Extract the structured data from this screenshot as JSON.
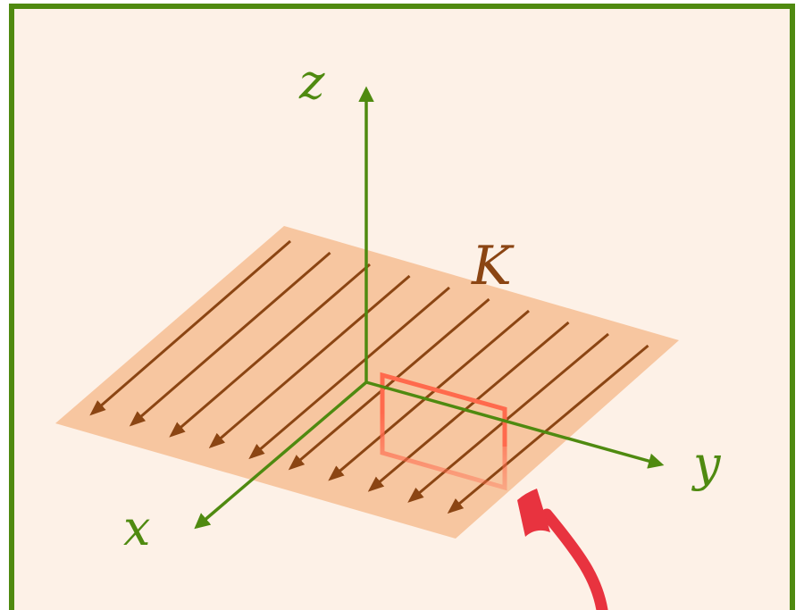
{
  "labels": {
    "z_axis": "z",
    "y_axis": "y",
    "x_axis": "x",
    "sheet": "K"
  },
  "colors": {
    "frame_border": "#4f8a10",
    "frame_background": "#fdf1e7",
    "axes": "#4f8a10",
    "sheet_fill": "#f7c6a0",
    "current_lines": "#8b4513",
    "amperian_loop": "#ff6a4d",
    "pointer_arrow": "#e8333f"
  },
  "icons": {
    "pointer": "hand-drawn-arrow-icon"
  }
}
